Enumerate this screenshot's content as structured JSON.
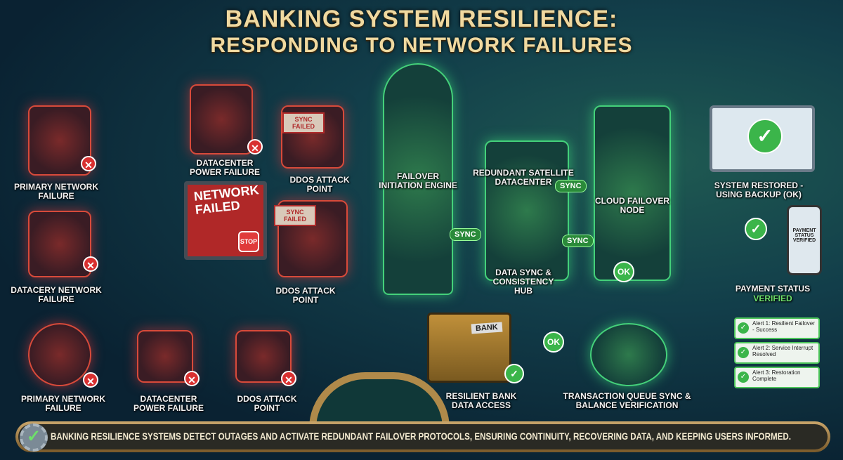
{
  "title": {
    "line1": "BANKING SYSTEM RESILIENCE:",
    "line2": "RESPONDING TO NETWORK FAILURES"
  },
  "failures": {
    "primary_network_top": "PRIMARY NETWORK FAILURE",
    "datacenter_power_top": "DATACENTER POWER FAILURE",
    "ddos_top": "DDoS ATTACK POINT",
    "datacery_network": "DATACERY NETWORK FAILURE",
    "ddos_mid": "DDoS ATTACK POINT",
    "primary_network_bottom": "PRIMARY NETWORK FAILURE",
    "datacenter_power_bottom": "DATACENTER POWER FAILURE",
    "ddos_bottom": "DDoS ATTACK POINT",
    "monitor_text": "NETWORK FAILED",
    "stop_sign": "STOP",
    "sync_failed_top": "SYNC FAILED",
    "sync_failed_mid": "SYNC FAILED"
  },
  "recovery": {
    "failover_engine": "FAILOVER INITIATION ENGINE",
    "satellite": "REDUNDANT SATELLITE DATACENTER",
    "sync_hub": "DATA SYNC & CONSISTENCY HUB",
    "cloud_node": "CLOUD FAILOVER NODE",
    "sync_labels": [
      "SYNC",
      "SYNC",
      "SYNC"
    ],
    "ok_labels": [
      "OK",
      "OK"
    ],
    "bank_sign": "BANK",
    "bank_access": "RESILIENT BANK DATA ACCESS",
    "transaction": "TRANSACTION QUEUE SYNC & BALANCE VERIFICATION"
  },
  "restored": {
    "system_restored": "SYSTEM RESTORED - USING BACKUP (OK)",
    "phone_text": "PAYMENT STATUS VERIFIED",
    "payment_status": "PAYMENT STATUS",
    "verified": "VERIFIED",
    "alerts": [
      "Alert 1: Resilient Failover - Success",
      "Alert 2: Service Interrupt Resolved",
      "Alert 3: Restoration Complete"
    ]
  },
  "footer": {
    "text": "BANKING RESILIENCE SYSTEMS DETECT OUTAGES AND ACTIVATE REDUNDANT FAILOVER PROTOCOLS, ENSURING CONTINUITY, RECOVERING DATA, AND KEEPING USERS INFORMED."
  },
  "colors": {
    "failure": "#d83030",
    "success": "#3bb54a",
    "title": "#f0d9a0",
    "background": "#0b2a3a"
  }
}
